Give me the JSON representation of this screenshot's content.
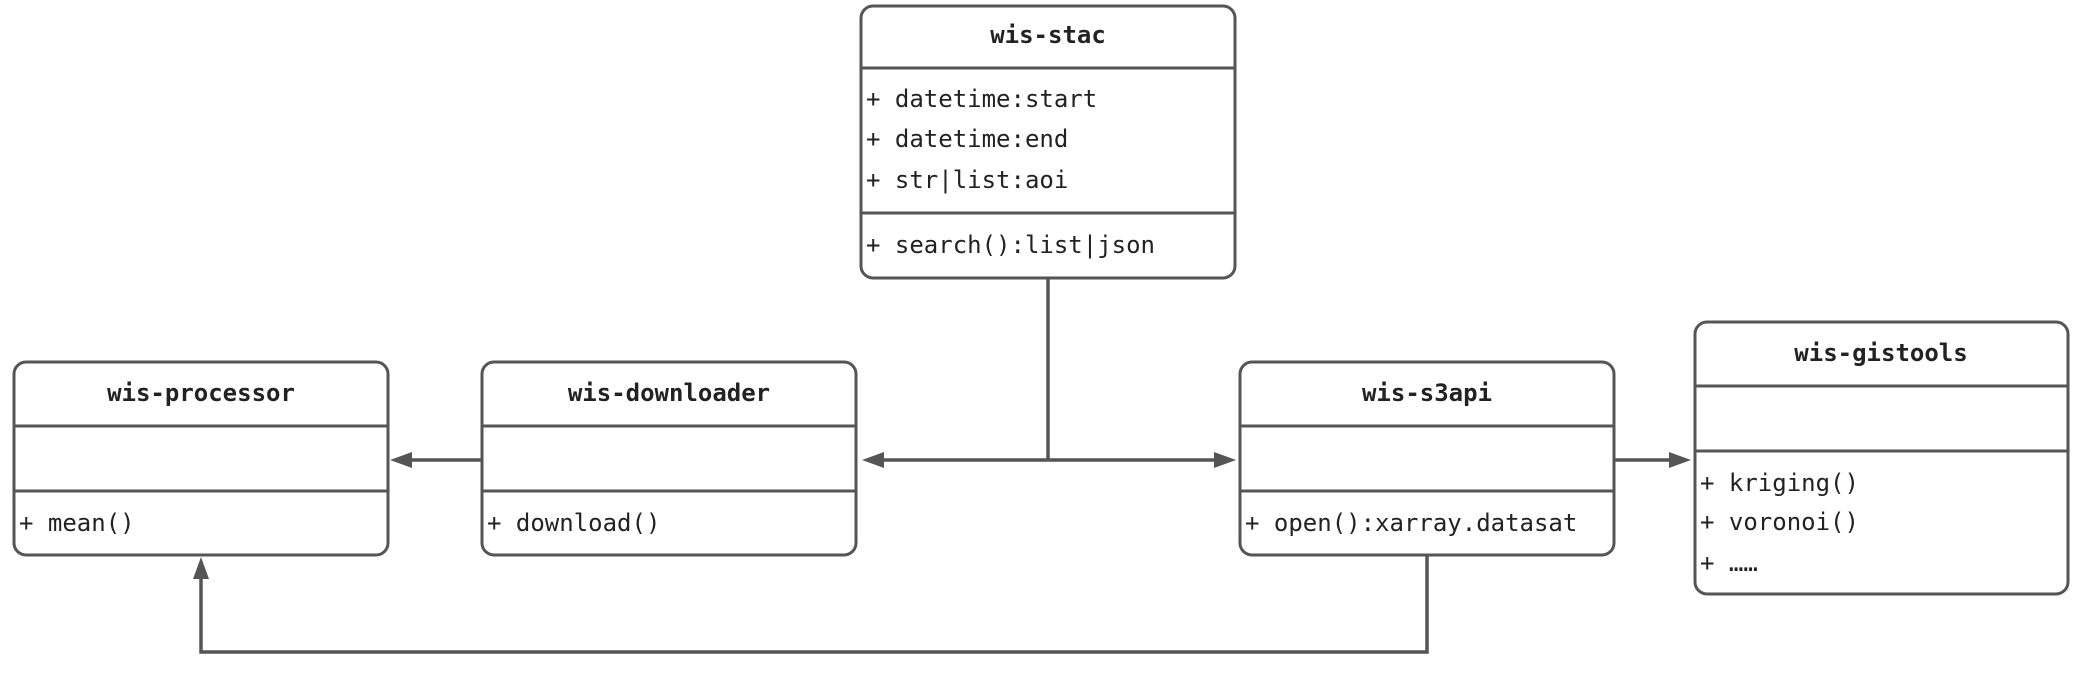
{
  "classes": {
    "stac": {
      "name": "wis-stac",
      "attributes": [
        "+ datetime:start",
        "+ datetime:end",
        "+ str|list:aoi"
      ],
      "methods": [
        "+ search():list|json"
      ]
    },
    "processor": {
      "name": "wis-processor",
      "attributes": [],
      "methods": [
        "+ mean()"
      ]
    },
    "downloader": {
      "name": "wis-downloader",
      "attributes": [],
      "methods": [
        "+ download()"
      ]
    },
    "s3api": {
      "name": "wis-s3api",
      "attributes": [],
      "methods": [
        "+ open():xarray.datasat"
      ]
    },
    "gistools": {
      "name": "wis-gistools",
      "attributes": [],
      "methods": [
        "+ kriging()",
        "+ voronoi()",
        "+ ……"
      ]
    }
  },
  "colors": {
    "stroke": "#555555",
    "text": "#222222",
    "fill": "#ffffff"
  }
}
